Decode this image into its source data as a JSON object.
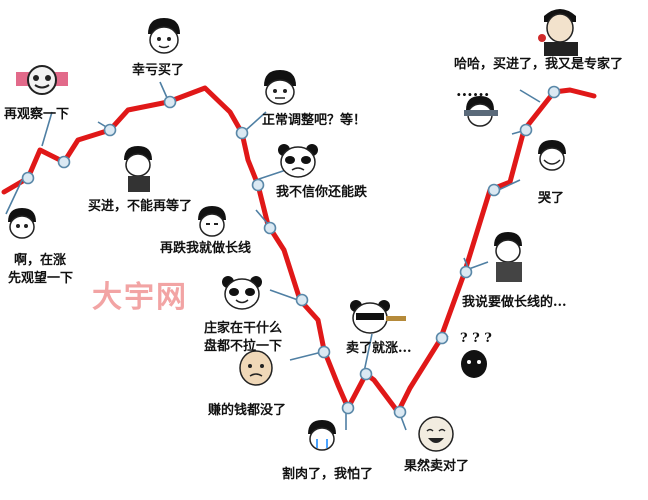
{
  "captions": {
    "wait_observe": "再观察一下",
    "lucky_bought": "幸亏买了",
    "correction": "正常调整吧？等！",
    "rising_watch_1": "啊，在涨",
    "rising_watch_2": "先观望一下",
    "buy_in": "买进，不能再等了",
    "not_believe": "我不信你还能跌",
    "long_term": "再跌我就做长线",
    "dealer_1": "庄家在干什么",
    "dealer_2": "盘都不拉一下",
    "profit_gone": "赚的钱都没了",
    "sell_rise": "卖了就涨...",
    "cut_loss": "割肉了，我怕了",
    "sold_right": "果然卖对了",
    "question": "? ? ?",
    "long_line": "我说要做长线的...",
    "cried": "哭了",
    "dots": "......",
    "expert": "哈哈，买进了，我又是专家了"
  },
  "watermark": "大宇网",
  "colors": {
    "line": "#e01818",
    "node_fill": "#dbe9f3",
    "node_stroke": "#5a88a8",
    "arrow": "#4f7fa3"
  }
}
